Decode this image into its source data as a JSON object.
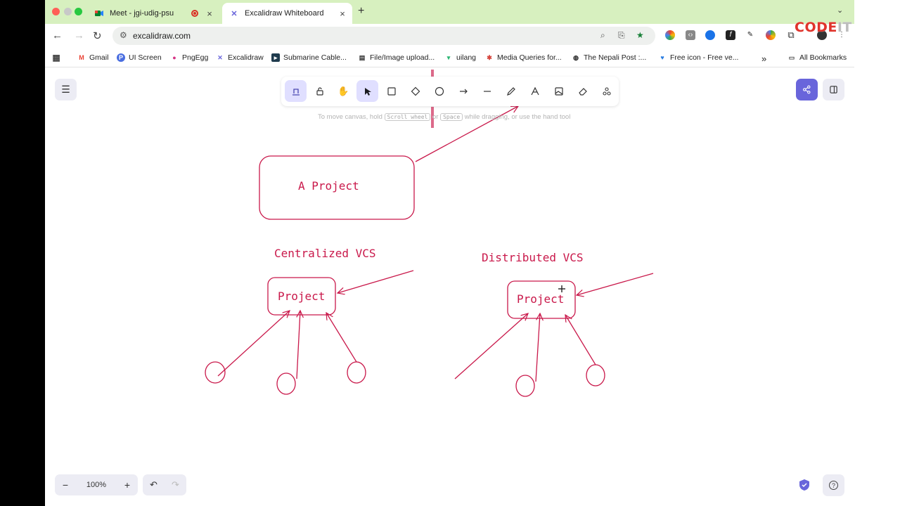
{
  "browser": {
    "tabs": [
      {
        "title": "Meet - jgi-udig-psu",
        "icon": "google-meet-icon",
        "recording": true
      },
      {
        "title": "Excalidraw Whiteboard",
        "icon": "excalidraw-icon",
        "active": true
      }
    ],
    "url": "excalidraw.com",
    "bookmarks": [
      {
        "label": "Gmail",
        "icon": "gmail-icon"
      },
      {
        "label": "UI Screen",
        "icon": "p-icon"
      },
      {
        "label": "PngEgg",
        "icon": "pngegg-icon"
      },
      {
        "label": "Excalidraw",
        "icon": "excalidraw-icon"
      },
      {
        "label": "Submarine Cable...",
        "icon": "submarine-icon"
      },
      {
        "label": "File/Image upload...",
        "icon": "file-icon"
      },
      {
        "label": "uilang",
        "icon": "uilang-icon"
      },
      {
        "label": "Media Queries for...",
        "icon": "media-icon"
      },
      {
        "label": "The Nepali Post :...",
        "icon": "globe-icon"
      },
      {
        "label": "Free icon - Free ve...",
        "icon": "heart-icon"
      }
    ],
    "all_bookmarks": "All Bookmarks",
    "overflow": "»"
  },
  "watermark": {
    "brand": "CODE",
    "suffix": "IT"
  },
  "excalidraw": {
    "hint": {
      "prefix": "To move canvas, hold",
      "key1": "Scroll wheel",
      "or": "or",
      "key2": "Space",
      "suffix": "while dragging, or use the hand tool"
    },
    "zoom": "100%",
    "zoom_out": "−",
    "zoom_in": "+",
    "undo": "↶",
    "redo": "↷",
    "help": "?",
    "tools": [
      {
        "name": "keep-selected-tool",
        "selected": true
      },
      {
        "name": "lock"
      },
      {
        "name": "hand"
      },
      {
        "name": "selection",
        "selected": true
      },
      {
        "name": "rectangle"
      },
      {
        "name": "diamond"
      },
      {
        "name": "ellipse"
      },
      {
        "name": "arrow"
      },
      {
        "name": "line"
      },
      {
        "name": "draw"
      },
      {
        "name": "text"
      },
      {
        "name": "image"
      },
      {
        "name": "eraser"
      },
      {
        "name": "extra-tools"
      }
    ],
    "canvas": {
      "stroke_color": "#c9184a",
      "main_box_label": "A Project",
      "centralized_title": "Centralized VCS",
      "distributed_title": "Distributed VCS",
      "project_label": "Project"
    }
  }
}
